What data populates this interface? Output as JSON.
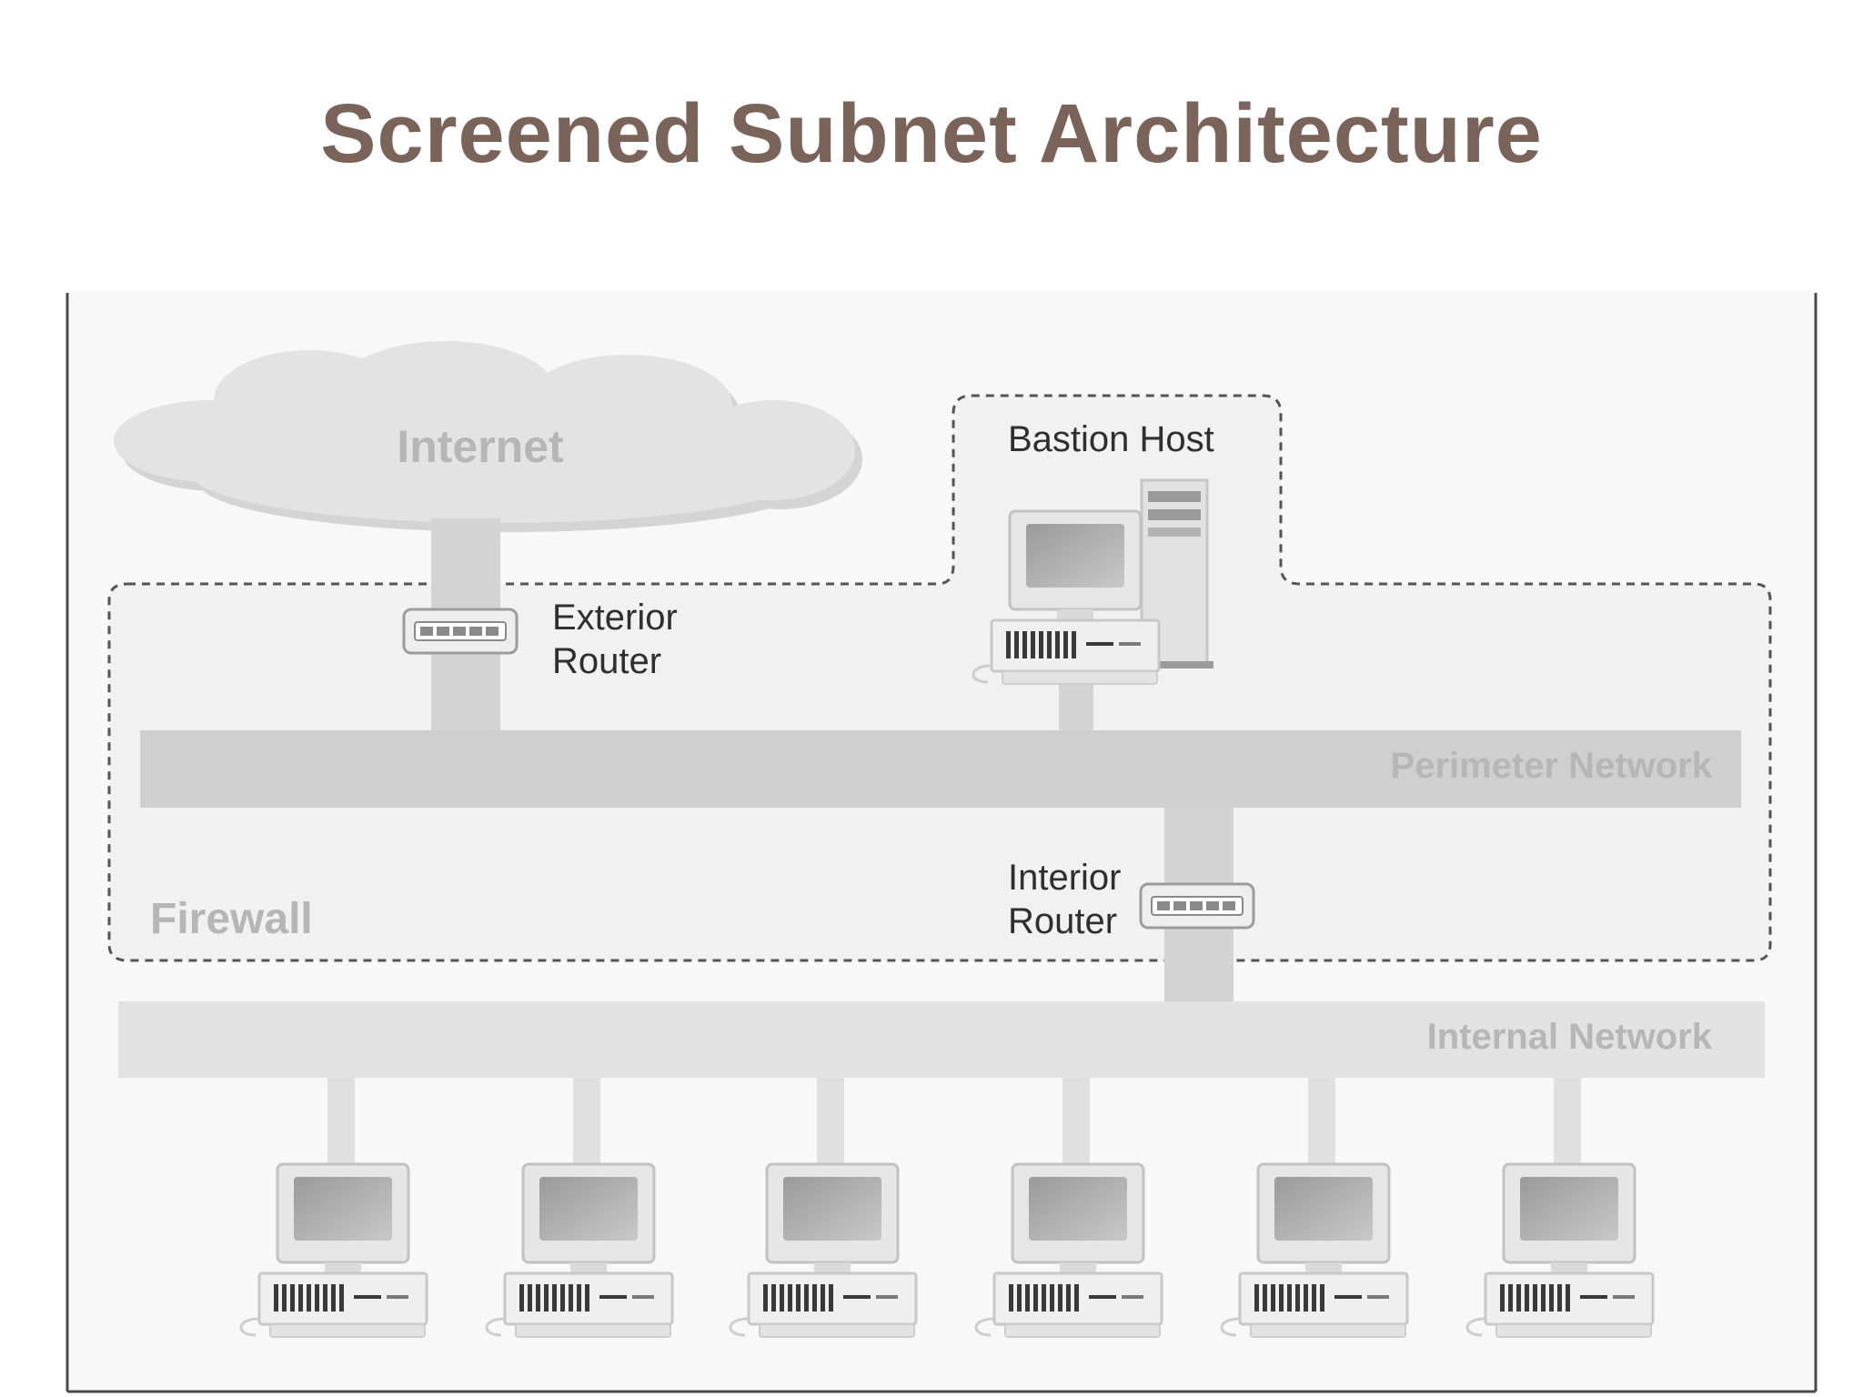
{
  "page": {
    "title": "Screened Subnet Architecture"
  },
  "diagram": {
    "internet_label": "Internet",
    "bastion_label": "Bastion Host",
    "exterior_router_label": [
      "Exterior",
      "Router"
    ],
    "interior_router_label": [
      "Interior",
      "Router"
    ],
    "perimeter_network_label": "Perimeter Network",
    "internal_network_label": "Internal Network",
    "firewall_label": "Firewall"
  },
  "colors": {
    "title": "#7a6358",
    "network_bar": "#cfcfcf",
    "internal_bar": "#e2e2e2",
    "diagram_background": "#f7f7f7"
  },
  "icons": {
    "router": "router-icon",
    "workstation": "workstation-icon",
    "server": "server-tower-icon",
    "cloud": "cloud-icon"
  }
}
